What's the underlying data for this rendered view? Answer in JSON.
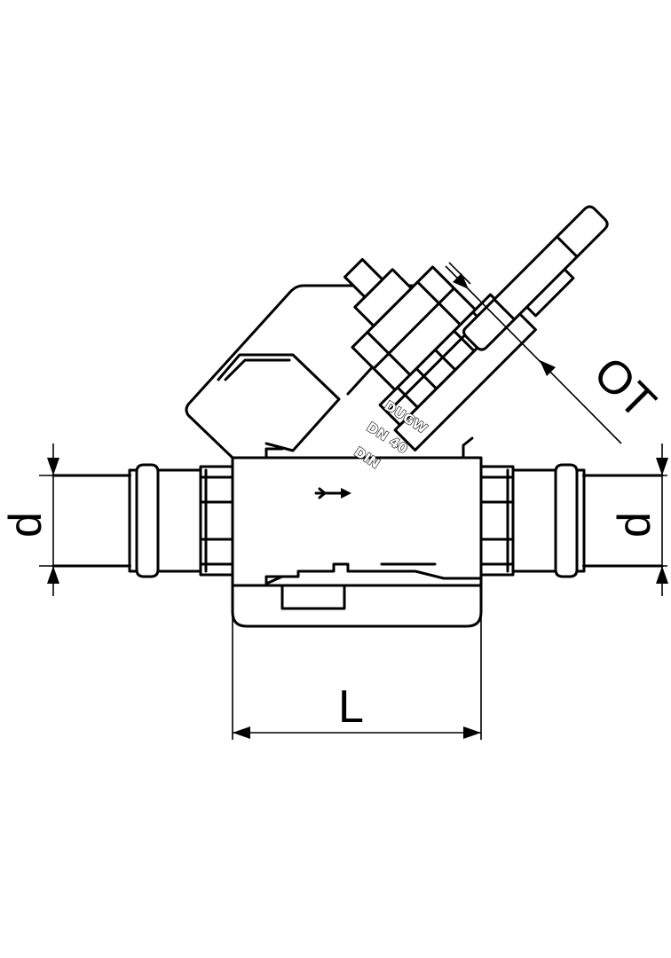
{
  "dimensions": {
    "left_diameter": "d",
    "right_diameter": "d",
    "length": "L",
    "handwheel_offset": "OT"
  },
  "body_markings": {
    "brand": "DUGW",
    "size": "DN 40",
    "standard": "DIN"
  },
  "colors": {
    "line": "#000000",
    "background": "#ffffff"
  }
}
